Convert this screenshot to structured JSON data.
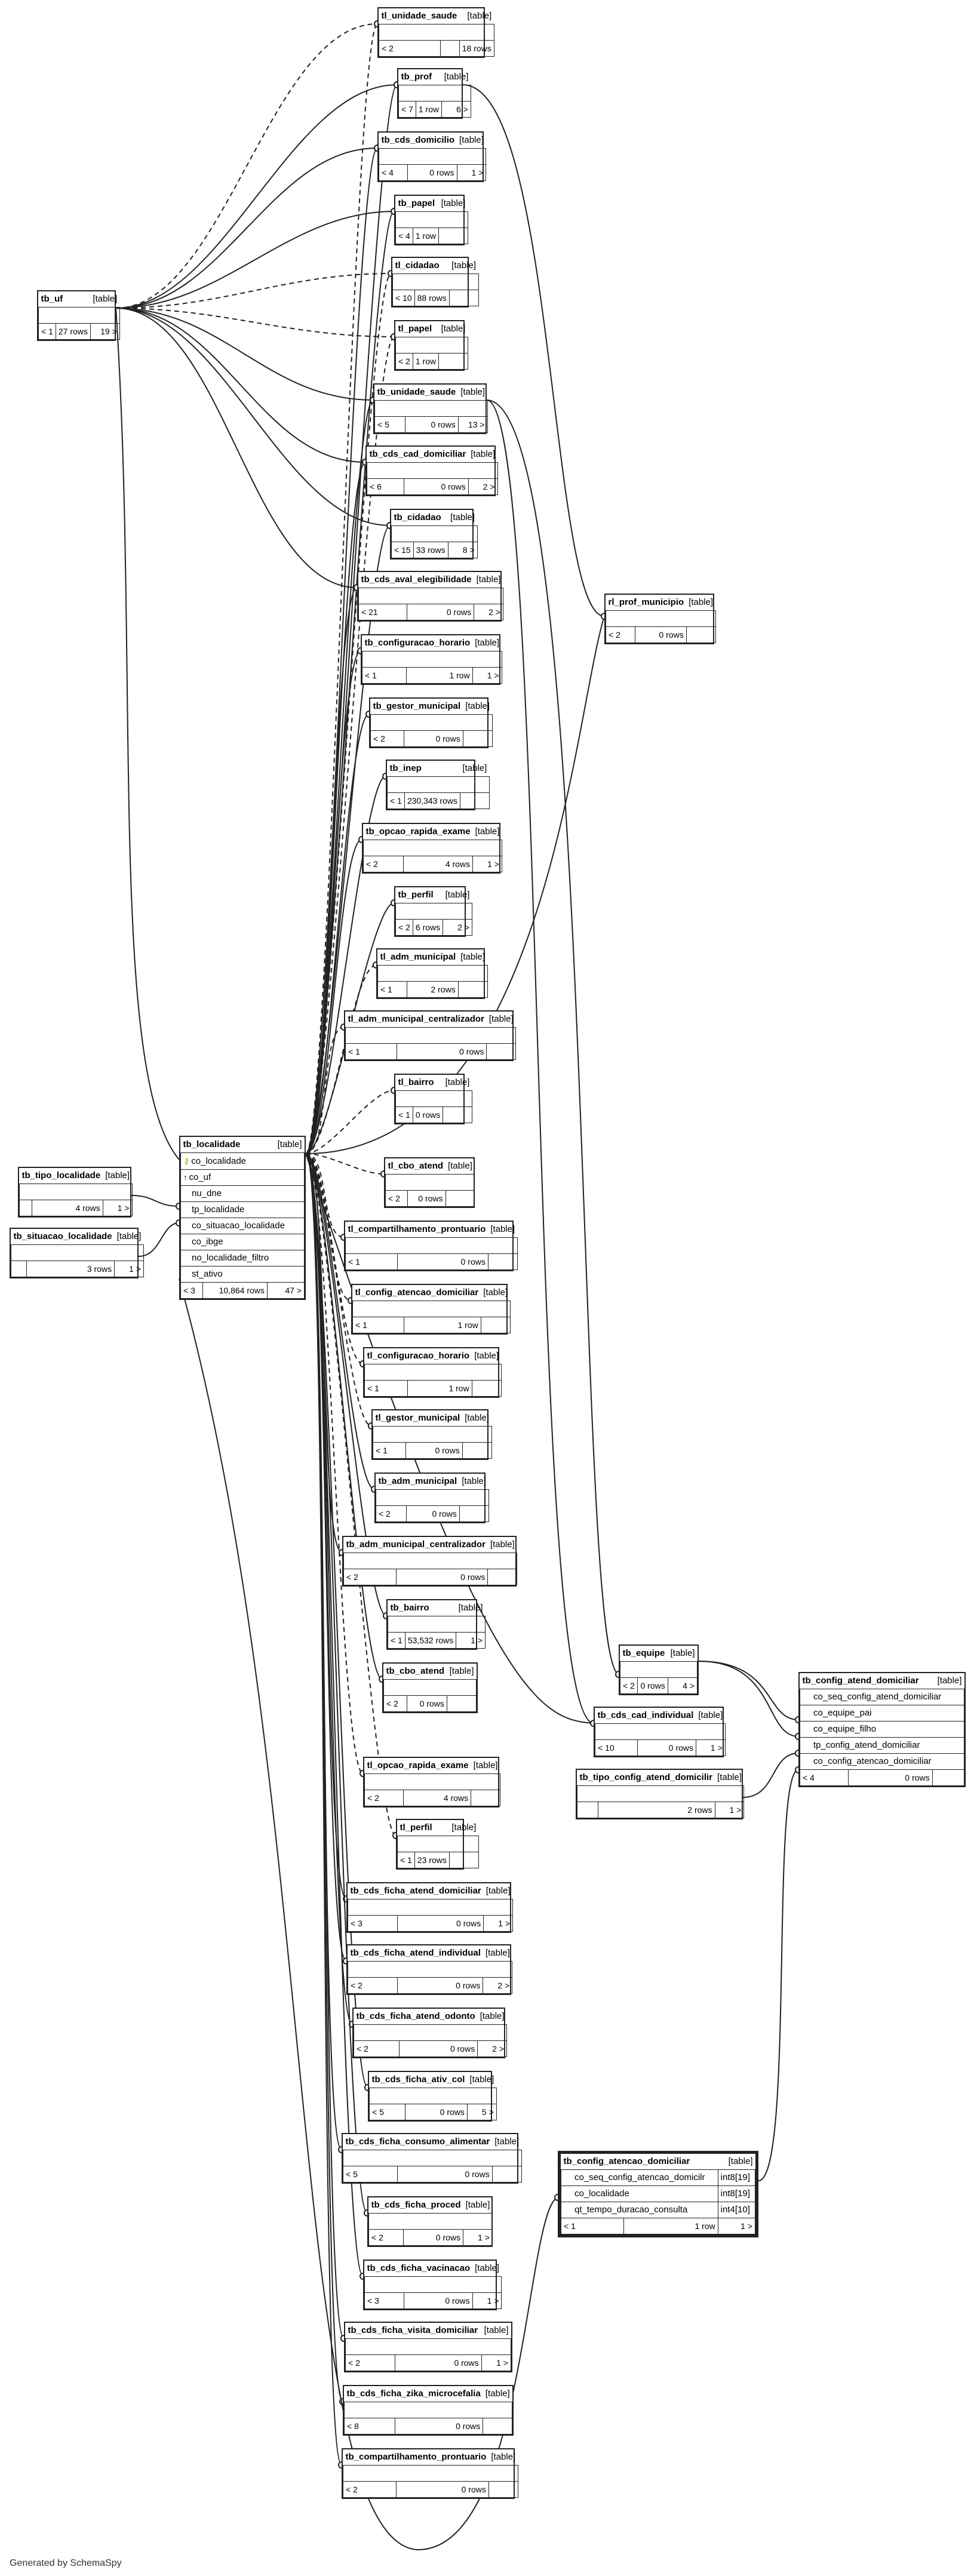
{
  "footer": "Generated by SchemaSpy",
  "type_suffix": "[table]",
  "tables": {
    "tl_unidade_saude": {
      "name": "tl_unidade_saude",
      "left": "< 2",
      "mid": "",
      "right": "18 rows"
    },
    "tb_prof": {
      "name": "tb_prof",
      "left": "< 7",
      "mid": "1 row",
      "right": "6 >"
    },
    "tb_cds_domicilio": {
      "name": "tb_cds_domicilio",
      "left": "< 4",
      "mid": "0 rows",
      "right": "1 >"
    },
    "tb_papel": {
      "name": "tb_papel",
      "left": "< 4",
      "mid": "1 row",
      "right": ""
    },
    "tl_cidadao": {
      "name": "tl_cidadao",
      "left": "< 10",
      "mid": "88 rows",
      "right": ""
    },
    "tl_papel": {
      "name": "tl_papel",
      "left": "< 2",
      "mid": "1 row",
      "right": ""
    },
    "tb_unidade_saude": {
      "name": "tb_unidade_saude",
      "left": "< 5",
      "mid": "0 rows",
      "right": "13 >"
    },
    "tb_cds_cad_domiciliar": {
      "name": "tb_cds_cad_domiciliar",
      "left": "< 6",
      "mid": "0 rows",
      "right": "2 >"
    },
    "tb_cidadao": {
      "name": "tb_cidadao",
      "left": "< 15",
      "mid": "33 rows",
      "right": "8 >"
    },
    "tb_cds_aval_elegibilidade": {
      "name": "tb_cds_aval_elegibilidade",
      "left": "< 21",
      "mid": "0 rows",
      "right": "2 >"
    },
    "tb_configuracao_horario": {
      "name": "tb_configuracao_horario",
      "left": "< 1",
      "mid": "1 row",
      "right": "1 >"
    },
    "tb_gestor_municipal": {
      "name": "tb_gestor_municipal",
      "left": "< 2",
      "mid": "0 rows",
      "right": ""
    },
    "tb_inep": {
      "name": "tb_inep",
      "left": "< 1",
      "mid": "230,343 rows",
      "right": ""
    },
    "tb_opcao_rapida_exame": {
      "name": "tb_opcao_rapida_exame",
      "left": "< 2",
      "mid": "4 rows",
      "right": "1 >"
    },
    "tb_perfil": {
      "name": "tb_perfil",
      "left": "< 2",
      "mid": "6 rows",
      "right": "2 >"
    },
    "tl_adm_municipal": {
      "name": "tl_adm_municipal",
      "left": "< 1",
      "mid": "2 rows",
      "right": ""
    },
    "tl_adm_municipal_centralizador": {
      "name": "tl_adm_municipal_centralizador",
      "left": "< 1",
      "mid": "0 rows",
      "right": ""
    },
    "tl_bairro": {
      "name": "tl_bairro",
      "left": "< 1",
      "mid": "0 rows",
      "right": ""
    },
    "tl_cbo_atend": {
      "name": "tl_cbo_atend",
      "left": "< 2",
      "mid": "0 rows",
      "right": ""
    },
    "tl_compartilhamento_prontuario": {
      "name": "tl_compartilhamento_prontuario",
      "left": "< 1",
      "mid": "0 rows",
      "right": ""
    },
    "tl_config_atencao_domiciliar": {
      "name": "tl_config_atencao_domiciliar",
      "left": "< 1",
      "mid": "1 row",
      "right": ""
    },
    "tl_configuracao_horario": {
      "name": "tl_configuracao_horario",
      "left": "< 1",
      "mid": "1 row",
      "right": ""
    },
    "tl_gestor_municipal": {
      "name": "tl_gestor_municipal",
      "left": "< 1",
      "mid": "0 rows",
      "right": ""
    },
    "tb_adm_municipal": {
      "name": "tb_adm_municipal",
      "left": "< 2",
      "mid": "0 rows",
      "right": ""
    },
    "tb_adm_municipal_centralizador": {
      "name": "tb_adm_municipal_centralizador",
      "left": "< 2",
      "mid": "0 rows",
      "right": ""
    },
    "tb_bairro": {
      "name": "tb_bairro",
      "left": "< 1",
      "mid": "53,532 rows",
      "right": "1 >"
    },
    "tb_cbo_atend": {
      "name": "tb_cbo_atend",
      "left": "< 2",
      "mid": "0 rows",
      "right": ""
    },
    "tl_opcao_rapida_exame": {
      "name": "tl_opcao_rapida_exame",
      "left": "< 2",
      "mid": "4 rows",
      "right": ""
    },
    "tl_perfil": {
      "name": "tl_perfil",
      "left": "< 1",
      "mid": "23 rows",
      "right": ""
    },
    "tb_cds_ficha_atend_domiciliar": {
      "name": "tb_cds_ficha_atend_domiciliar",
      "left": "< 3",
      "mid": "0 rows",
      "right": "1 >"
    },
    "tb_cds_ficha_atend_individual": {
      "name": "tb_cds_ficha_atend_individual",
      "left": "< 2",
      "mid": "0 rows",
      "right": "2 >"
    },
    "tb_cds_ficha_atend_odonto": {
      "name": "tb_cds_ficha_atend_odonto",
      "left": "< 2",
      "mid": "0 rows",
      "right": "2 >"
    },
    "tb_cds_ficha_ativ_col": {
      "name": "tb_cds_ficha_ativ_col",
      "left": "< 5",
      "mid": "0 rows",
      "right": "5 >"
    },
    "tb_cds_ficha_consumo_alimentar": {
      "name": "tb_cds_ficha_consumo_alimentar",
      "left": "< 5",
      "mid": "0 rows",
      "right": ""
    },
    "tb_cds_ficha_proced": {
      "name": "tb_cds_ficha_proced",
      "left": "< 2",
      "mid": "0 rows",
      "right": "1 >"
    },
    "tb_cds_ficha_vacinacao": {
      "name": "tb_cds_ficha_vacinacao",
      "left": "< 3",
      "mid": "0 rows",
      "right": "1 >"
    },
    "tb_cds_ficha_visita_domiciliar": {
      "name": "tb_cds_ficha_visita_domiciliar",
      "left": "< 2",
      "mid": "0 rows",
      "right": "1 >"
    },
    "tb_cds_ficha_zika_microcefalia": {
      "name": "tb_cds_ficha_zika_microcefalia",
      "left": "< 8",
      "mid": "0 rows",
      "right": ""
    },
    "tb_compartilhamento_prontuario": {
      "name": "tb_compartilhamento_prontuario",
      "left": "< 2",
      "mid": "0 rows",
      "right": ""
    },
    "tb_uf": {
      "name": "tb_uf",
      "left": "< 1",
      "mid": "27 rows",
      "right": "19 >"
    },
    "rl_prof_municipio": {
      "name": "rl_prof_municipio",
      "left": "< 2",
      "mid": "0 rows",
      "right": ""
    },
    "tb_tipo_localidade": {
      "name": "tb_tipo_localidade",
      "left": "",
      "mid": "4 rows",
      "right": "1 >"
    },
    "tb_situacao_localidade": {
      "name": "tb_situacao_localidade",
      "left": "",
      "mid": "3 rows",
      "right": "1 >"
    },
    "tb_equipe": {
      "name": "tb_equipe",
      "left": "< 2",
      "mid": "0 rows",
      "right": "4 >"
    },
    "tb_cds_cad_individual": {
      "name": "tb_cds_cad_individual",
      "left": "< 10",
      "mid": "0 rows",
      "right": "1 >"
    },
    "tb_tipo_config_atend_domicilir": {
      "name": "tb_tipo_config_atend_domicilir",
      "left": "",
      "mid": "2 rows",
      "right": "1 >"
    }
  },
  "tb_localidade": {
    "name": "tb_localidade",
    "columns": [
      "co_localidade",
      "co_uf",
      "nu_dne",
      "tp_localidade",
      "co_situacao_localidade",
      "co_ibge",
      "no_localidade_filtro",
      "st_ativo"
    ],
    "left": "< 3",
    "mid": "10,864 rows",
    "right": "47 >"
  },
  "tb_config_atend_domiciliar": {
    "name": "tb_config_atend_domiciliar",
    "columns": [
      "co_seq_config_atend_domiciliar",
      "co_equipe_pai",
      "co_equipe_filho",
      "tp_config_atend_domiciliar",
      "co_config_atencao_domiciliar"
    ],
    "left": "< 4",
    "mid": "0 rows",
    "right": ""
  },
  "tb_config_atencao_domiciliar": {
    "name": "tb_config_atencao_domiciliar",
    "columns": [
      {
        "name": "co_seq_config_atencao_domicilr",
        "type": "int8[19]"
      },
      {
        "name": "co_localidade",
        "type": "int8[19]"
      },
      {
        "name": "qt_tempo_duracao_consulta",
        "type": "int4[10]"
      }
    ],
    "left": "< 1",
    "mid": "1 row",
    "right": "1 >"
  }
}
